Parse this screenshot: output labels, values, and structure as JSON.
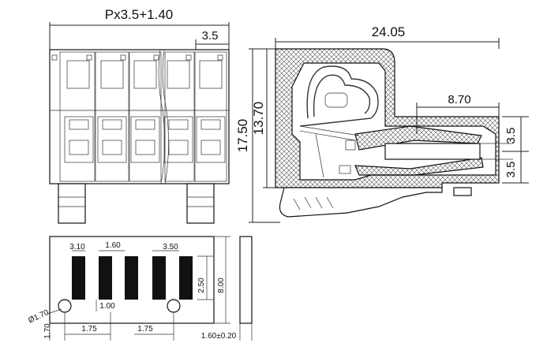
{
  "front_view": {
    "width_dim": "Px3.5+1.40",
    "pitch_dim": "3.5"
  },
  "side_view": {
    "length_dim": "24.05",
    "height_dim": "17.50",
    "inner_height_dim": "13.70",
    "wire_depth_dim": "8.70",
    "upper_pitch_dim": "3.5",
    "lower_pitch_dim": "3.5"
  },
  "pcb_layout": {
    "pad_width_dim": "3.10",
    "pad_gap_dim": "1.60",
    "pad_pitch_dim": "3.50",
    "hole_dia_dim": "Ø1.70",
    "hole_offset_dim": "1.00",
    "pad_height_dim": "2.50",
    "board_height_dim": "8.00",
    "edge_margin_dim": "1.70",
    "left_spacing_dim": "1.75",
    "right_spacing_dim": "1.75",
    "thickness_dim": "1.60±0.20"
  }
}
